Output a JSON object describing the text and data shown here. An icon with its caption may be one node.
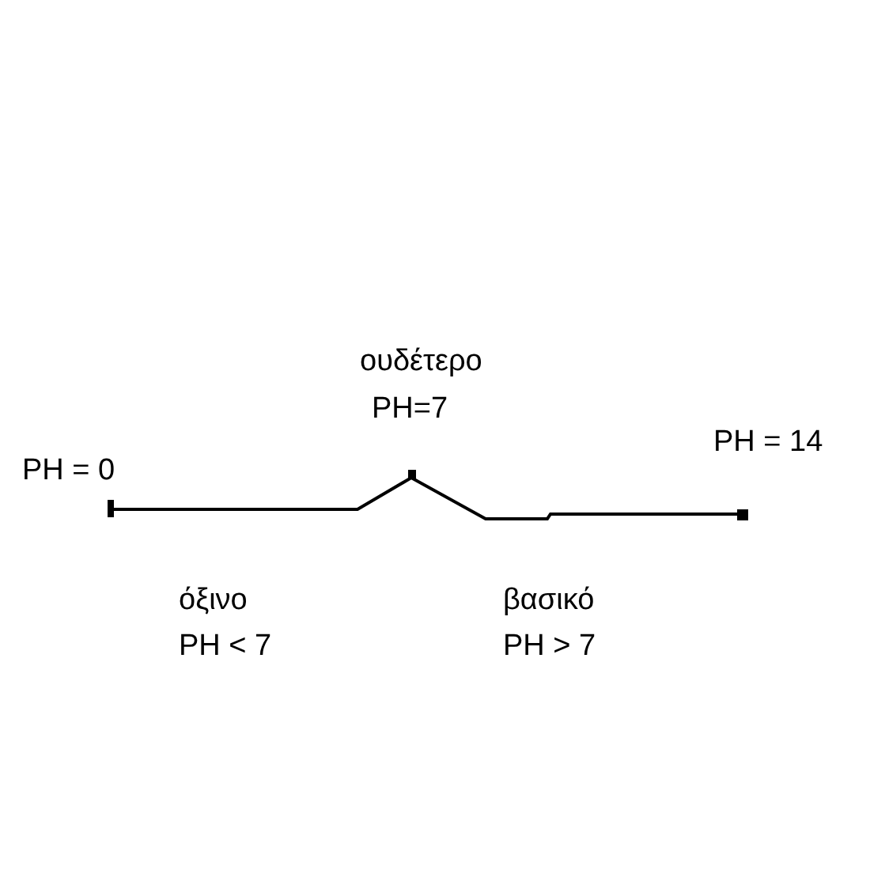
{
  "diagram": {
    "labels": [
      "ουδέτερο",
      "PH=7",
      "PH = 0",
      "PH = 14",
      "όξινο",
      "PH < 7",
      "βασικό",
      "PH > 7"
    ]
  }
}
